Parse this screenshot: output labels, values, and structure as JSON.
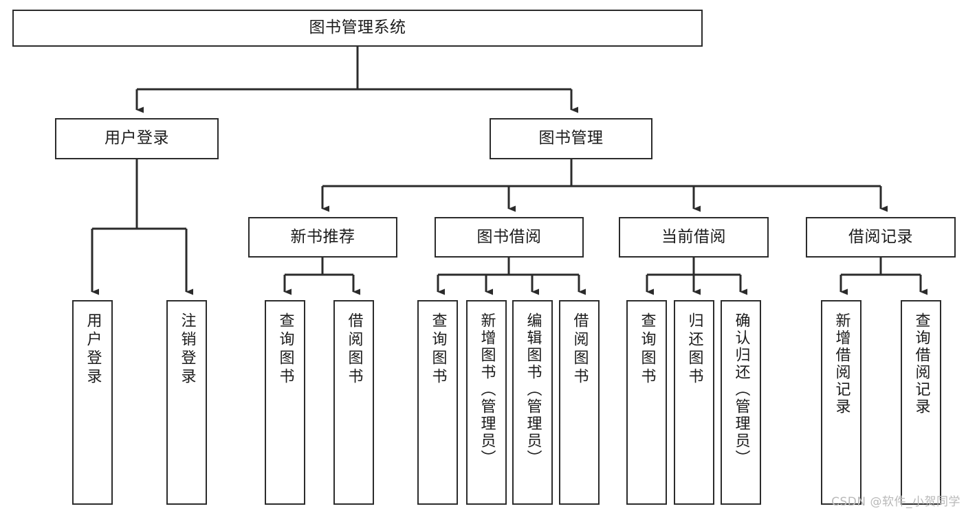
{
  "diagram": {
    "type": "tree",
    "title": "图书管理系统",
    "orientation": "top-down",
    "line_color": "#2b2b2b",
    "box_fill": "#ffffff",
    "text_color": "#1b1b1b",
    "root": {
      "label": "图书管理系统"
    },
    "level2": [
      {
        "label": "用户登录"
      },
      {
        "label": "图书管理"
      }
    ],
    "level3": [
      {
        "label": "新书推荐"
      },
      {
        "label": "图书借阅"
      },
      {
        "label": "当前借阅"
      },
      {
        "label": "借阅记录"
      }
    ],
    "leaves": {
      "user_login": [
        {
          "label": "用户登录"
        },
        {
          "label": "注销登录"
        }
      ],
      "new_book_recommend": [
        {
          "label": "查询图书"
        },
        {
          "label": "借阅图书"
        }
      ],
      "book_borrow": [
        {
          "label": "查询图书"
        },
        {
          "label": "新增图书（管理员）"
        },
        {
          "label": "编辑图书（管理员）"
        },
        {
          "label": "借阅图书"
        }
      ],
      "current_borrow": [
        {
          "label": "查询图书"
        },
        {
          "label": "归还图书"
        },
        {
          "label": "确认归还（管理员）"
        }
      ],
      "borrow_record": [
        {
          "label": "新增借阅记录"
        },
        {
          "label": "查询借阅记录"
        }
      ]
    }
  },
  "watermark": {
    "text": "CSDN @软件_小贺同学"
  }
}
